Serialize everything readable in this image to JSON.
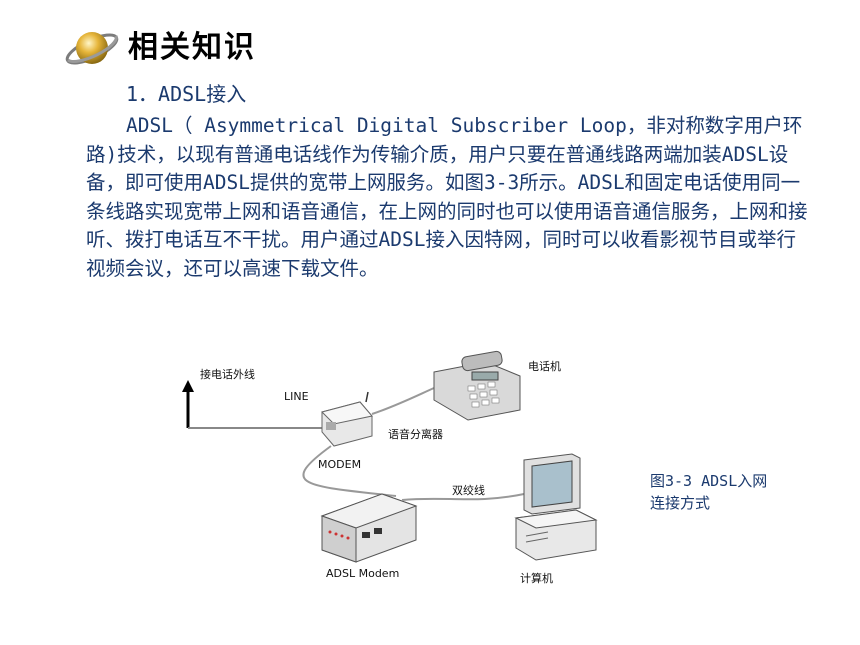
{
  "header": {
    "icon": "planet-icon",
    "title": "相关知识",
    "subtitle": "1．ADSL接入"
  },
  "body": {
    "paragraph": "ADSL（ Asymmetrical Digital Subscriber Loop，非对称数字用户环路)技术，以现有普通电话线作为传输介质，用户只要在普通线路两端加装ADSL设备，即可使用ADSL提供的宽带上网服务。如图3-3所示。ADSL和固定电话使用同一条线路实现宽带上网和语音通信，在上网的同时也可以使用语音通信服务，上网和接听、拨打电话互不干扰。用户通过ADSL接入因特网，同时可以收看影视节目或举行视频会议，还可以高速下载文件。"
  },
  "diagram": {
    "label_external_line": "接电话外线",
    "label_line_port": "LINE",
    "label_phone": "电话机",
    "label_splitter": "语音分离器",
    "label_modem_port": "MODEM",
    "label_twisted_pair": "双绞线",
    "label_adsl_modem": "ADSL Modem",
    "label_computer": "计算机",
    "caption": "图3-3 ADSL入网连接方式"
  }
}
